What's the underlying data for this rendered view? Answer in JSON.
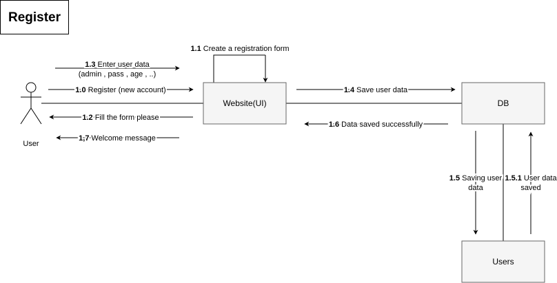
{
  "title": "Register",
  "actor": {
    "label": "User"
  },
  "nodes": {
    "website": "Website(UI)",
    "db": "DB",
    "users": "Users"
  },
  "messages": {
    "m1_3": {
      "num": "1.3",
      "line1": " Enter user data",
      "line2": "(admin , pass , age , ..)"
    },
    "m1_0": {
      "num": "1.0",
      "text": " Register (new account)"
    },
    "m1_2": {
      "num": "1.2",
      "text": " Fill the form please"
    },
    "m1_7": {
      "num": "1,7",
      "text": " Welcome message"
    },
    "m1_1": {
      "num": "1.1",
      "text": " Create a registration form"
    },
    "m1_4": {
      "num": "1.4",
      "text": " Save user data"
    },
    "m1_6": {
      "num": "1.6",
      "text": " Data saved successfully"
    },
    "m1_5": {
      "num": "1.5",
      "line1": " Saving user",
      "line2": "data"
    },
    "m1_5_1": {
      "num": "1.5.1",
      "line1": " User data",
      "line2": "saved"
    }
  },
  "colors": {
    "box_fill": "#f5f5f5",
    "box_stroke": "#666666",
    "line": "#000000",
    "text": "#000000"
  }
}
